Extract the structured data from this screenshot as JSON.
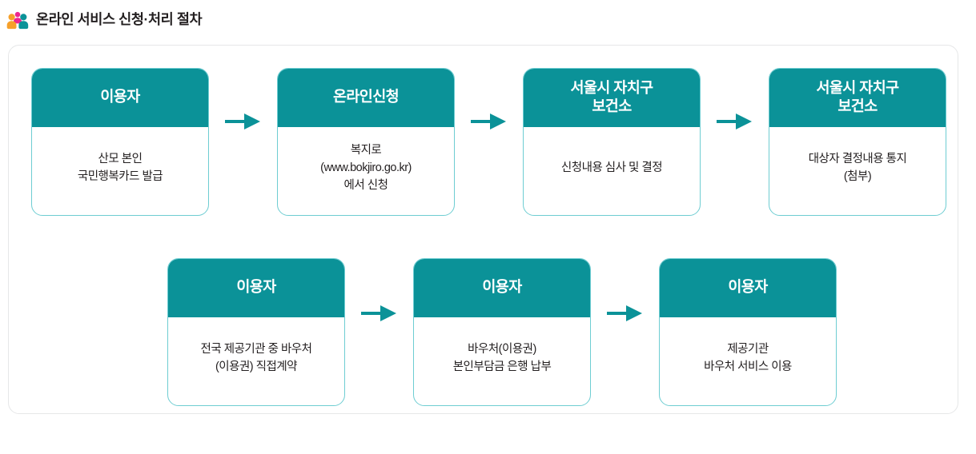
{
  "page": {
    "title": "온라인 서비스 신청·처리 절차",
    "icon": "three-people-icon",
    "colors": {
      "teal": "#0b9298",
      "teal_border": "#6ecdd2",
      "frame_border": "#e6e7e8",
      "title_text": "#231f20",
      "icon_orange": "#f6a02a",
      "icon_pink": "#ec268f",
      "icon_teal": "#0b9298"
    }
  },
  "flow": {
    "arrow_icon": "arrow-right-icon",
    "rows": [
      {
        "steps": [
          {
            "head": "이용자",
            "body": "산모 본인\n국민행복카드 발급"
          },
          {
            "head": "온라인신청",
            "body": "복지로\n(www.bokjiro.go.kr)\n에서 신청"
          },
          {
            "head": "서울시 자치구\n보건소",
            "body": "신청내용 심사 및 결정"
          },
          {
            "head": "서울시 자치구\n보건소",
            "body": "대상자 결정내용 통지\n(첨부)"
          }
        ]
      },
      {
        "steps": [
          {
            "head": "이용자",
            "body": "전국 제공기관 중 바우처\n(이용권) 직접계약"
          },
          {
            "head": "이용자",
            "body": "바우처(이용권)\n본인부담금 은행 납부"
          },
          {
            "head": "이용자",
            "body": "제공기관\n바우처 서비스 이용"
          }
        ]
      }
    ]
  }
}
